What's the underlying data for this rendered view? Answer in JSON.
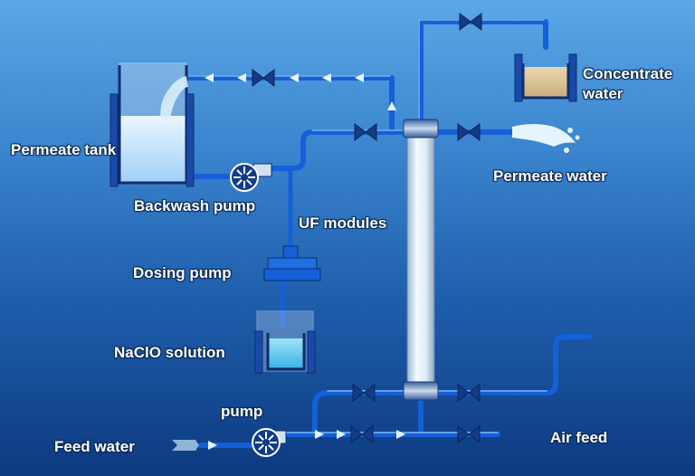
{
  "labels": {
    "permeate_tank": "Permeate tank",
    "backwash_pump": "Backwash pump",
    "uf_modules": "UF modules",
    "dosing_pump": "Dosing pump",
    "naclo_solution": "NaClO solution",
    "pump": "pump",
    "feed_water": "Feed water",
    "concentrate_water_line1": "Concentrate",
    "concentrate_water_line2": "water",
    "permeate_water": "Permeate water",
    "air_feed": "Air feed"
  },
  "colors": {
    "pipe": "#1560d8",
    "pipe_light": "#7fb6f0",
    "valve": "#143b86",
    "tank_water": "#cfe8fb",
    "concentrate": "#d7c29a",
    "module_body": "#e4eef8",
    "background_top": "#5ba7e6",
    "background_bottom": "#0d3a80"
  }
}
